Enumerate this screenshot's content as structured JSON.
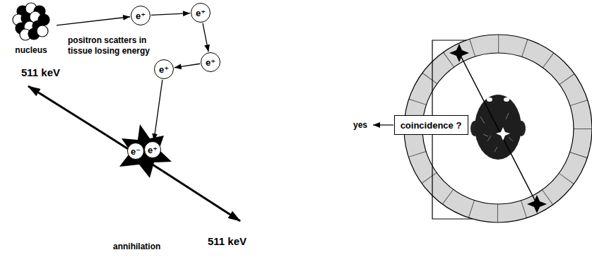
{
  "diagram": {
    "nodes": [
      {
        "text": [
          "nucleus"
        ]
      },
      {
        "text": [
          "e⁺"
        ]
      },
      {
        "text": [
          "e⁺"
        ]
      },
      {
        "text": [
          "e⁺"
        ]
      },
      {
        "text": [
          "e⁺"
        ]
      },
      {
        "text": [
          "e⁻"
        ]
      },
      {
        "text": [
          "e⁺"
        ]
      },
      {
        "text": [
          "coincidence ?"
        ]
      }
    ],
    "edges": [
      {
        "from": 0,
        "to": 1,
        "arrow": "to"
      },
      {
        "from": 1,
        "to": 2,
        "arrow": "to"
      },
      {
        "from": 2,
        "to": 3,
        "arrow": "to"
      },
      {
        "from": 3,
        "to": 4,
        "arrow": "to"
      },
      {
        "from": 4,
        "to": 6,
        "arrow": "to"
      }
    ],
    "labels": [
      "positron scatters in tissue losing energy",
      "511 keV",
      "511 keV",
      "annihilation",
      "yes"
    ]
  }
}
